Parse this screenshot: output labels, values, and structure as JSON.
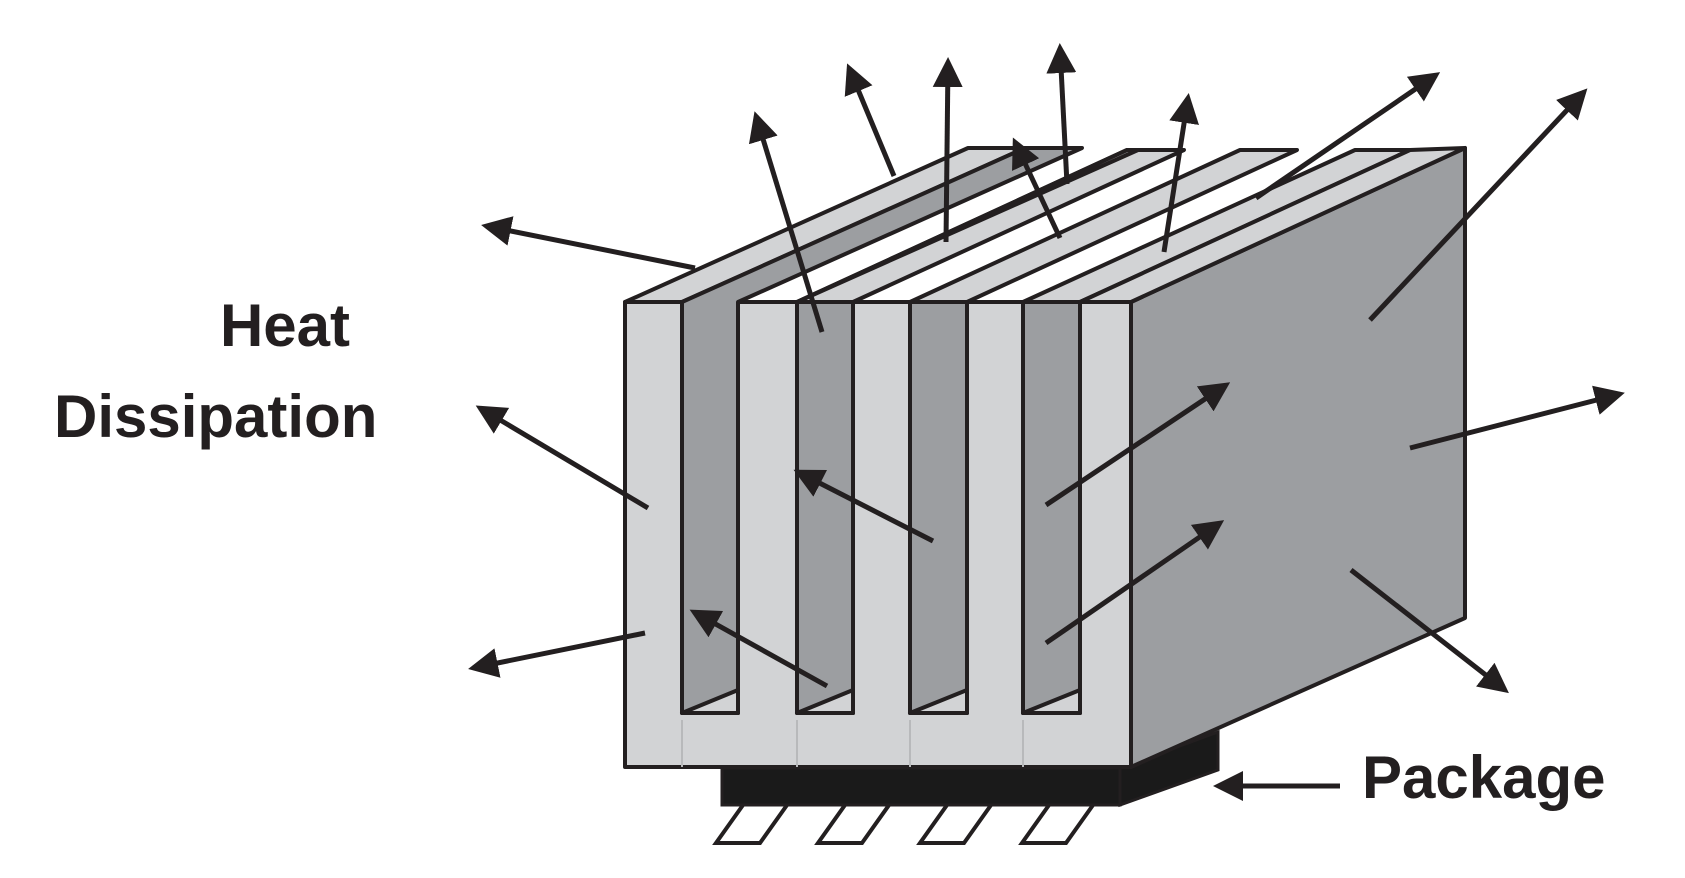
{
  "labels": {
    "heat": "Heat",
    "dissipation": "Dissipation",
    "package": "Package"
  },
  "colors": {
    "fin_light": "#d2d3d5",
    "fin_dark": "#9c9ea1",
    "outline": "#231f20",
    "package_body": "#1a1a1a",
    "background": "#ffffff"
  },
  "components": [
    "heat-sink",
    "package",
    "package-pins",
    "heat-flow-arrows"
  ]
}
